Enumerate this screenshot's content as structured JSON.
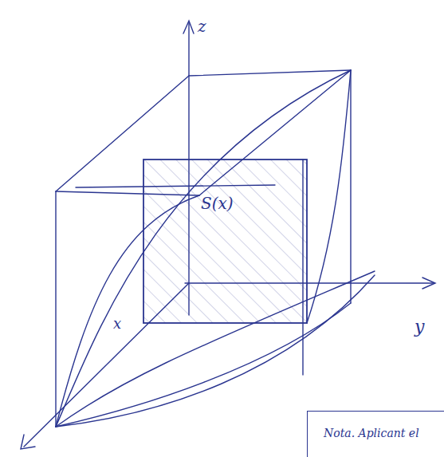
{
  "diagram": {
    "nodes": [
      {
        "text": [
          "Nota. Aplicant el"
        ]
      }
    ],
    "labels": [
      "z",
      "y",
      "x",
      "S(x)"
    ]
  }
}
